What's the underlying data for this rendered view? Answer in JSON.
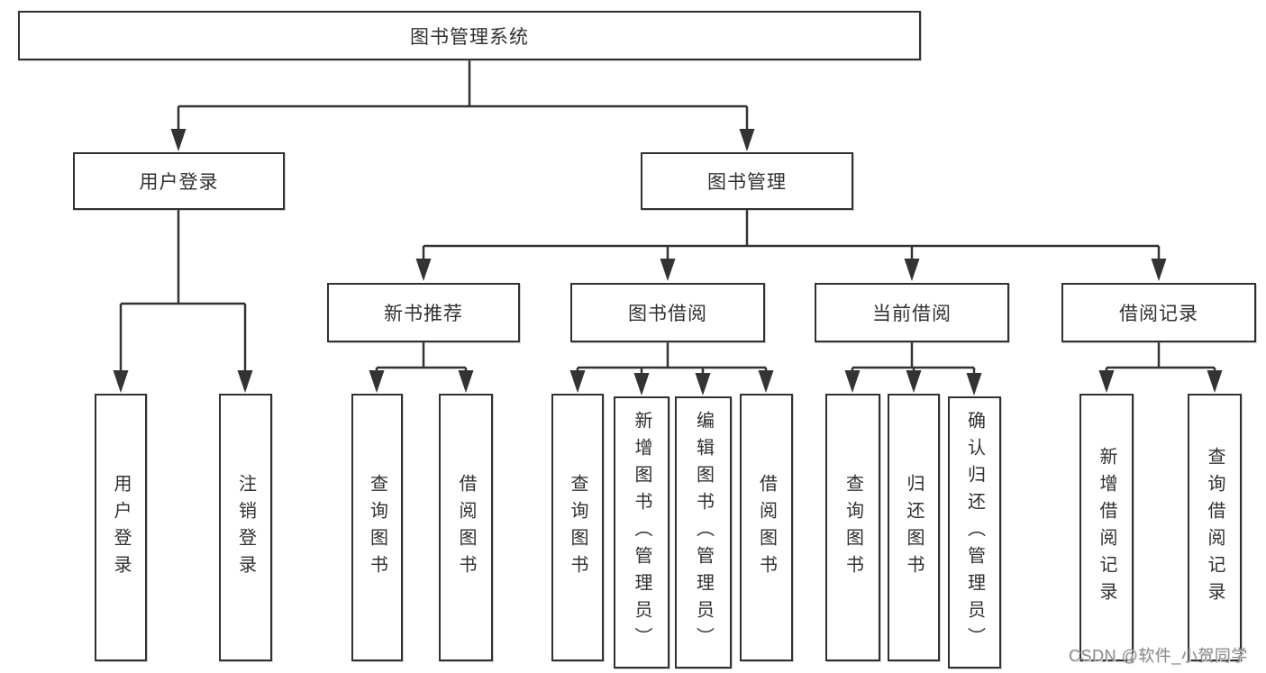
{
  "diagram": {
    "root": {
      "label": "图书管理系统"
    },
    "level2": {
      "user_login": {
        "label": "用户登录"
      },
      "book_mgmt": {
        "label": "图书管理"
      }
    },
    "level3": {
      "new_book": {
        "label": "新书推荐"
      },
      "book_borrow": {
        "label": "图书借阅"
      },
      "current_borrow": {
        "label": "当前借阅"
      },
      "borrow_record": {
        "label": "借阅记录"
      }
    },
    "leaves": {
      "login": {
        "label": "用户登录"
      },
      "logout": {
        "label": "注销登录"
      },
      "nb_query": {
        "label": "查询图书"
      },
      "nb_borrow": {
        "label": "借阅图书"
      },
      "bb_query": {
        "label": "查询图书"
      },
      "bb_add": {
        "label": "新增图书（管理员）"
      },
      "bb_edit": {
        "label": "编辑图书（管理员）"
      },
      "bb_borrow": {
        "label": "借阅图书"
      },
      "cb_query": {
        "label": "查询图书"
      },
      "cb_return": {
        "label": "归还图书"
      },
      "cb_confirm": {
        "label": "确认归还（管理员）"
      },
      "br_add": {
        "label": "新增借阅记录"
      },
      "br_query": {
        "label": "查询借阅记录"
      }
    }
  },
  "watermark": {
    "text": "CSDN @软件_小贺同学"
  },
  "colors": {
    "line": "#333333",
    "box_border": "#313131",
    "text": "#303030",
    "watermark": "#8c8c8c",
    "background": "#ffffff"
  }
}
